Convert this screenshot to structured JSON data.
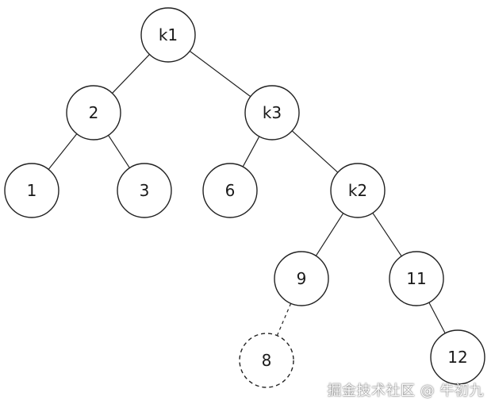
{
  "tree": {
    "nodes": [
      {
        "id": "k1",
        "label": "k1",
        "style": "solid"
      },
      {
        "id": "n2",
        "label": "2",
        "style": "solid"
      },
      {
        "id": "k3",
        "label": "k3",
        "style": "solid"
      },
      {
        "id": "n1",
        "label": "1",
        "style": "solid"
      },
      {
        "id": "n3",
        "label": "3",
        "style": "solid"
      },
      {
        "id": "n6",
        "label": "6",
        "style": "solid"
      },
      {
        "id": "k2",
        "label": "k2",
        "style": "solid"
      },
      {
        "id": "n9",
        "label": "9",
        "style": "solid"
      },
      {
        "id": "n11",
        "label": "11",
        "style": "solid"
      },
      {
        "id": "n8",
        "label": "8",
        "style": "dashed"
      },
      {
        "id": "n12",
        "label": "12",
        "style": "solid"
      }
    ],
    "edges": [
      {
        "from": "k1",
        "to": "n2",
        "style": "solid"
      },
      {
        "from": "k1",
        "to": "k3",
        "style": "solid"
      },
      {
        "from": "n2",
        "to": "n1",
        "style": "solid"
      },
      {
        "from": "n2",
        "to": "n3",
        "style": "solid"
      },
      {
        "from": "k3",
        "to": "n6",
        "style": "solid"
      },
      {
        "from": "k3",
        "to": "k2",
        "style": "solid"
      },
      {
        "from": "k2",
        "to": "n9",
        "style": "solid"
      },
      {
        "from": "k2",
        "to": "n11",
        "style": "solid"
      },
      {
        "from": "n9",
        "to": "n8",
        "style": "dashed"
      },
      {
        "from": "n11",
        "to": "n12",
        "style": "solid"
      }
    ]
  },
  "watermark": {
    "text": "掘金技术社区 @ 牛初九"
  },
  "colors": {
    "stroke": "#222222",
    "fill": "#ffffff",
    "text": "#1a1a1a"
  }
}
